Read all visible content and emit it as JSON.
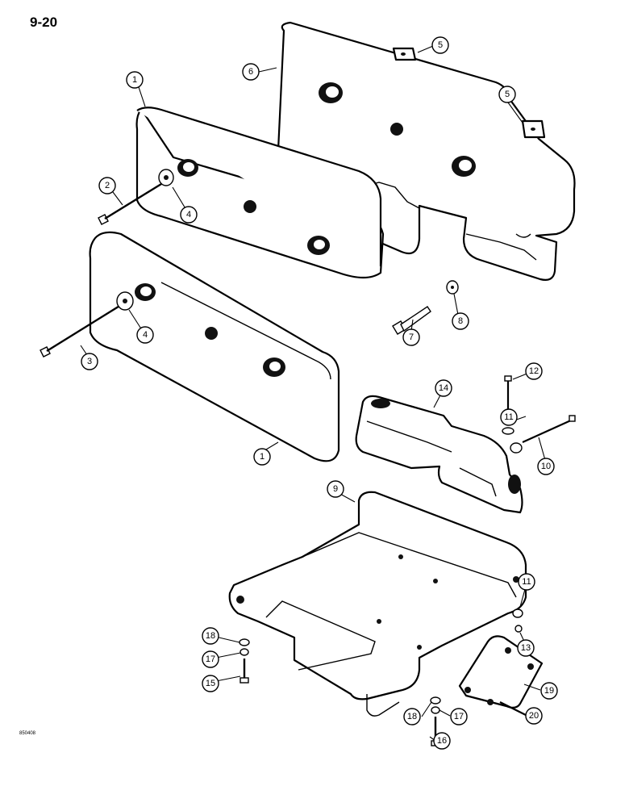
{
  "page": {
    "number": "9-20",
    "figure_code": "850408"
  },
  "callouts": [
    {
      "id": "c1a",
      "label": "1"
    },
    {
      "id": "c2",
      "label": "2"
    },
    {
      "id": "c3",
      "label": "3"
    },
    {
      "id": "c4a",
      "label": "4"
    },
    {
      "id": "c4b",
      "label": "4"
    },
    {
      "id": "c5a",
      "label": "5"
    },
    {
      "id": "c5b",
      "label": "5"
    },
    {
      "id": "c6",
      "label": "6"
    },
    {
      "id": "c7",
      "label": "7"
    },
    {
      "id": "c8",
      "label": "8"
    },
    {
      "id": "c1b",
      "label": "1"
    },
    {
      "id": "c9",
      "label": "9"
    },
    {
      "id": "c10",
      "label": "10"
    },
    {
      "id": "c11a",
      "label": "11"
    },
    {
      "id": "c12",
      "label": "12"
    },
    {
      "id": "c14",
      "label": "14"
    },
    {
      "id": "c11b",
      "label": "11"
    },
    {
      "id": "c13",
      "label": "13"
    },
    {
      "id": "c15",
      "label": "15"
    },
    {
      "id": "c16",
      "label": "16"
    },
    {
      "id": "c17a",
      "label": "17"
    },
    {
      "id": "c17b",
      "label": "17"
    },
    {
      "id": "c18a",
      "label": "18"
    },
    {
      "id": "c18b",
      "label": "18"
    },
    {
      "id": "c19",
      "label": "19"
    },
    {
      "id": "c20",
      "label": "20"
    }
  ]
}
